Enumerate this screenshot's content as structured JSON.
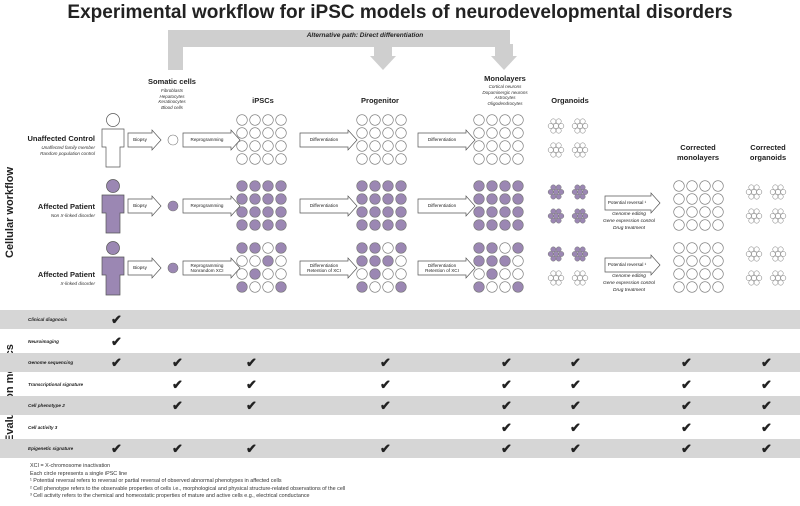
{
  "title": "Experimental workflow for iPSC models of neurodevelopmental disorders",
  "side_labels": {
    "workflow": "Cellular workflow",
    "metrics": "Evaluation metrics"
  },
  "alt_path": "Alternative path: Direct differentiation",
  "columns": {
    "somatic": {
      "title": "Somatic cells",
      "sub": [
        "Fibroblasts",
        "Hepatocytes",
        "Keratinocytes",
        "Blood cells"
      ]
    },
    "ipsc": {
      "title": "iPSCs"
    },
    "progenitor": {
      "title": "Progenitor"
    },
    "monolayers": {
      "title": "Monolayers",
      "sub": [
        "Cortical neurons",
        "Dopaminergic neurons",
        "Astrocytes",
        "Oligodendrocytes"
      ]
    },
    "organoids": {
      "title": "Organoids"
    },
    "corr_mono": {
      "title": "Corrected monolayers"
    },
    "corr_org": {
      "title": "Corrected organoids"
    }
  },
  "rows": [
    {
      "title": "Unaffected Control",
      "sub": [
        "Unaffected family member",
        "Random population control"
      ],
      "biopsy": "Biopsy",
      "reprog": "Reprogramming",
      "diff1": "Differentiation",
      "diff2": "Differentiation"
    },
    {
      "title": "Affected Patient",
      "sub": [
        "Non X-linked disorder"
      ],
      "biopsy": "Biopsy",
      "reprog": "Reprogramming",
      "diff1": "Differentiation",
      "diff2": "Differentiation",
      "reversal": "Potential reversal",
      "treat": [
        "Genome editing",
        "Gene expression control",
        "Drug treatment"
      ]
    },
    {
      "title": "Affected Patient",
      "sub": [
        "X-linked disorder"
      ],
      "biopsy": "Biopsy",
      "reprog": "Reprogramming Nonrandom XCI",
      "diff1": "Differentiation Retention of XCI",
      "diff2": "Differentiation Retention of XCI",
      "reversal": "Potential reversal",
      "treat": [
        "Genome editing",
        "Gene expression control",
        "Drug treatment"
      ]
    }
  ],
  "reversal_sup": "1",
  "metrics": [
    {
      "label": "Clinical diagnosis",
      "sup": "",
      "checks": [
        0
      ]
    },
    {
      "label": "Neuroimaging",
      "sup": "",
      "checks": [
        0
      ]
    },
    {
      "label": "Genome sequencing",
      "sup": "",
      "checks": [
        0,
        1,
        2,
        3,
        4,
        5,
        6,
        7
      ]
    },
    {
      "label": "Transcriptional signature",
      "sup": "",
      "checks": [
        1,
        2,
        3,
        4,
        5,
        6,
        7
      ]
    },
    {
      "label": "Cell phenotype",
      "sup": "2",
      "checks": [
        1,
        2,
        3,
        4,
        5,
        6,
        7
      ]
    },
    {
      "label": "Cell activity",
      "sup": "3",
      "checks": [
        4,
        5,
        6,
        7
      ]
    },
    {
      "label": "Epigenetic signature",
      "sup": "",
      "checks": [
        0,
        1,
        2,
        3,
        4,
        5,
        6,
        7
      ]
    }
  ],
  "footnotes": [
    "XCI = X-chromosome inactivation",
    "Each circle represents a single iPSC line",
    "¹ Potential reversal refers to reversal or partial reversal of observed abnormal phenotypes in affected cells",
    "² Cell phenotype refers to the observable properties of cells i.e., morphological and physical structure-related observations of the cell",
    "³ Cell activity refers to the chemical and homeostatic properties of mature and active cells e.g., electrical conductance"
  ],
  "colors": {
    "affected": "#9b87b3",
    "band": "#d6d6d6",
    "arrow": "#cfcfcf"
  }
}
